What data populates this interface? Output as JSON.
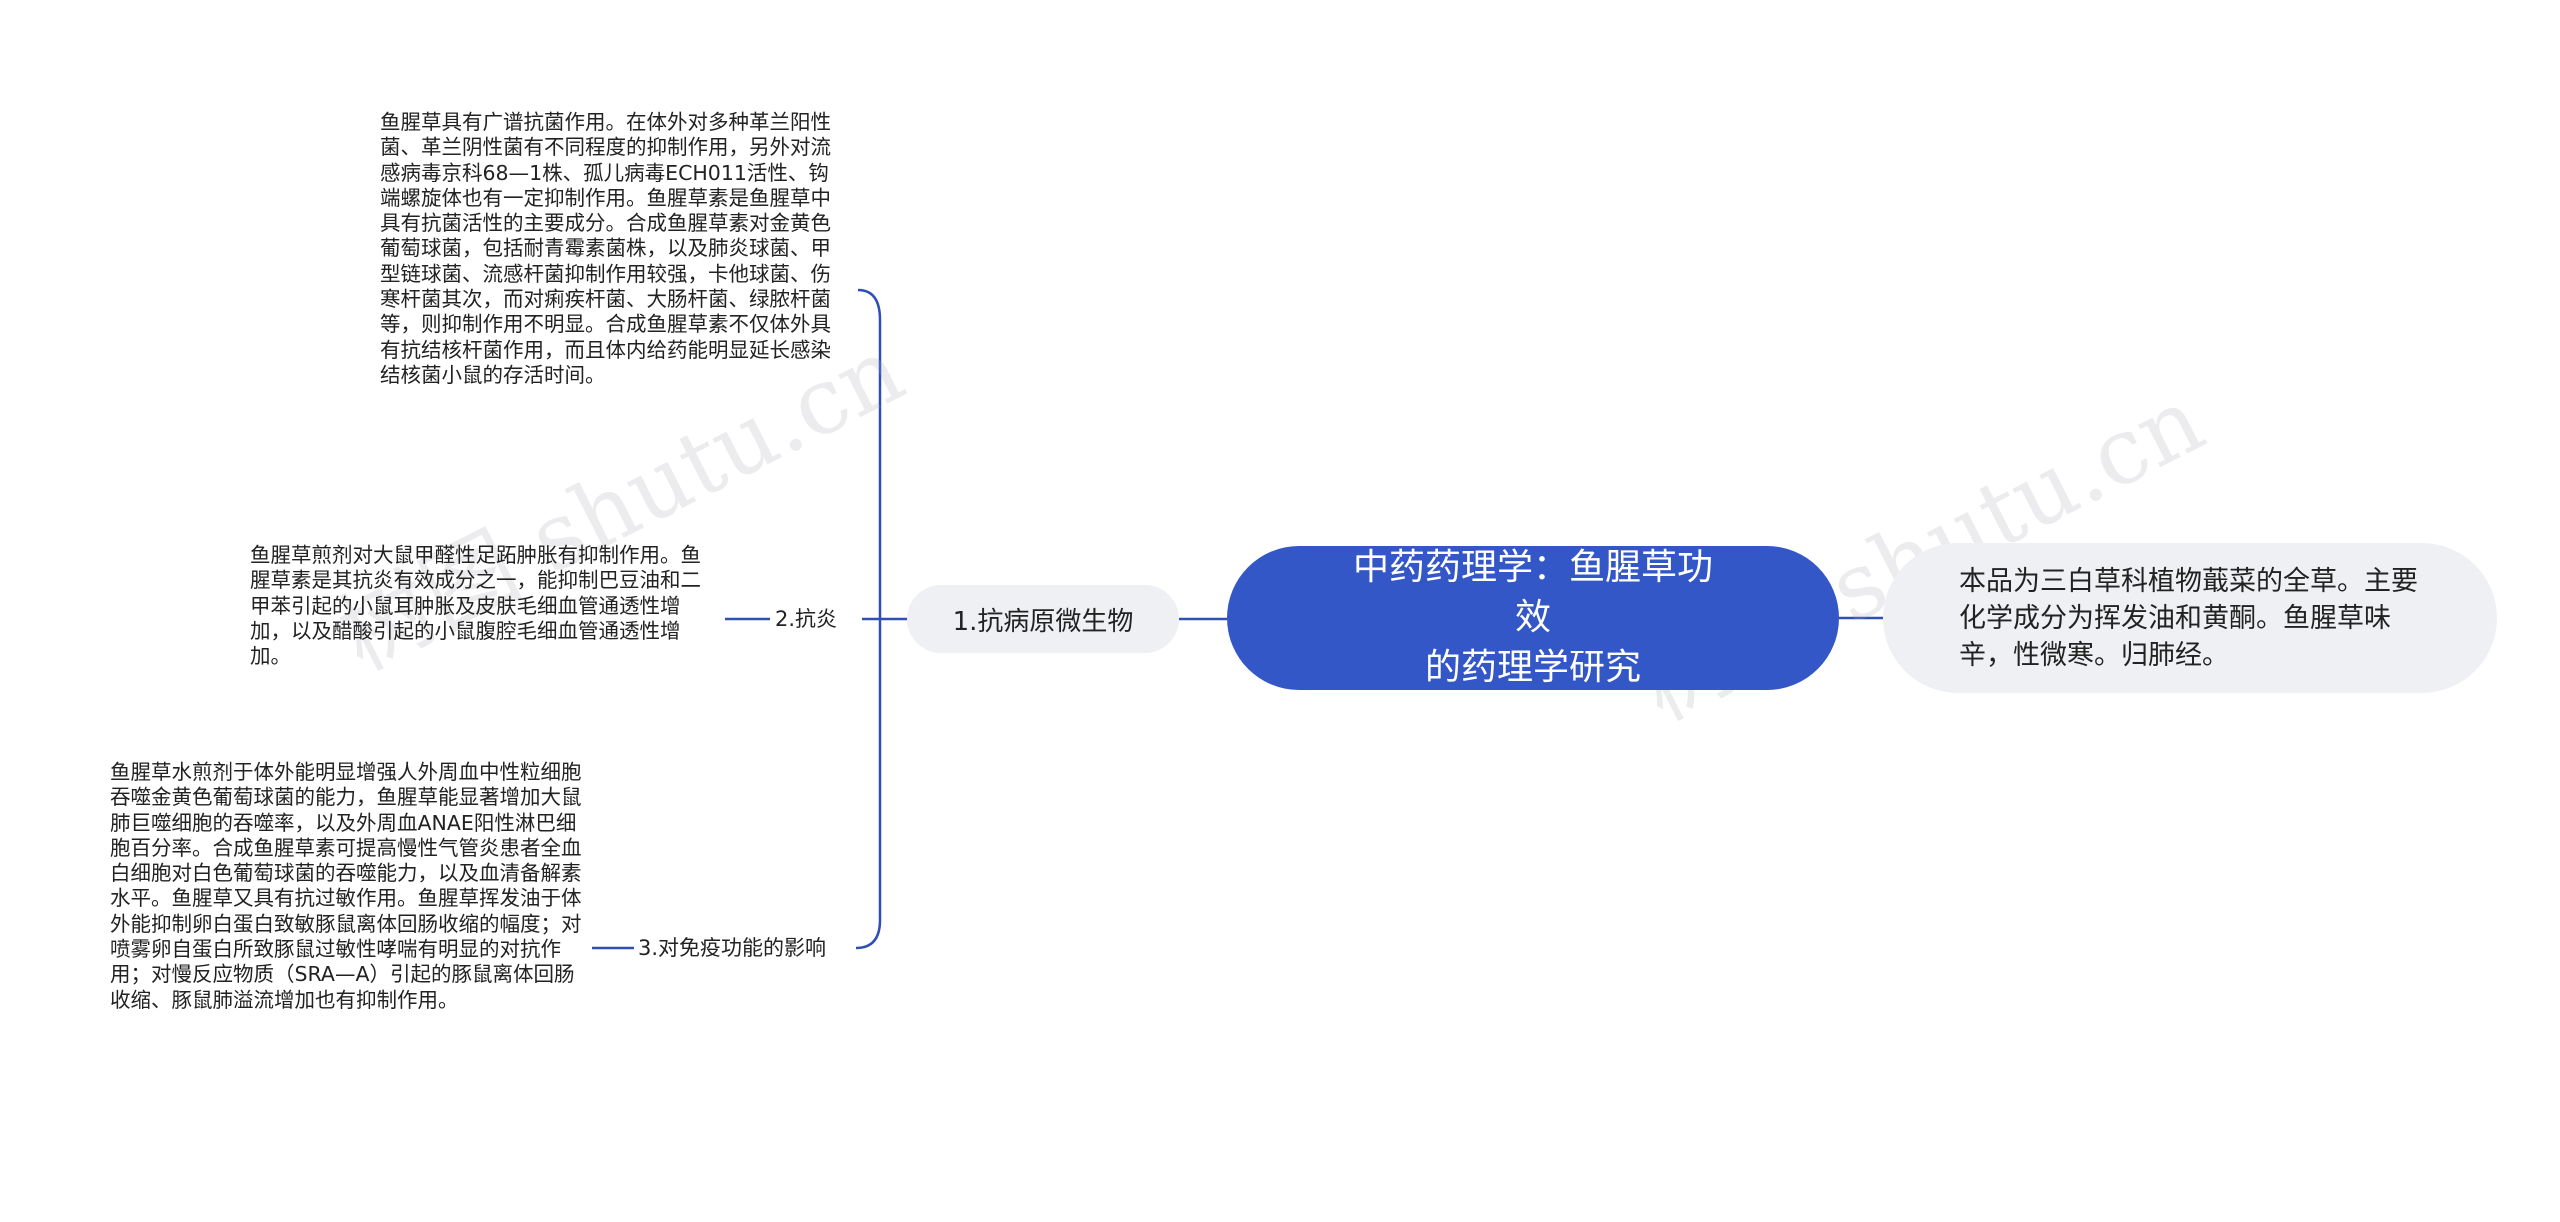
{
  "root": {
    "title": "中药药理学：鱼腥草功效\n的药理学研究"
  },
  "right_branch": {
    "text": "本品为三白草科植物蕺菜的全草。主要化学成分为挥发油和黄酮。鱼腥草味辛，性微寒。归肺经。"
  },
  "left_branch": {
    "label": "1.抗病原微生物",
    "children": [
      {
        "label": "",
        "text": "鱼腥草具有广谱抗菌作用。在体外对多种革兰阳性菌、革兰阴性菌有不同程度的抑制作用，另外对流感病毒京科68—1株、孤儿病毒ECH011活性、钩端螺旋体也有一定抑制作用。鱼腥草素是鱼腥草中具有抗菌活性的主要成分。合成鱼腥草素对金黄色葡萄球菌，包括耐青霉素菌株，以及肺炎球菌、甲型链球菌、流感杆菌抑制作用较强，卡他球菌、伤寒杆菌其次，而对痢疾杆菌、大肠杆菌、绿脓杆菌等，则抑制作用不明显。合成鱼腥草素不仅体外具有抗结核杆菌作用，而且体内给药能明显延长感染结核菌小鼠的存活时间。"
      },
      {
        "label": "2.抗炎",
        "text": "鱼腥草煎剂对大鼠甲醛性足跖肿胀有抑制作用。鱼腥草素是其抗炎有效成分之一，能抑制巴豆油和二甲苯引起的小鼠耳肿胀及皮肤毛细血管通透性增加，以及醋酸引起的小鼠腹腔毛细血管通透性增加。"
      },
      {
        "label": "3.对免疫功能的影响",
        "text": "鱼腥草水煎剂于体外能明显增强人外周血中性粒细胞吞噬金黄色葡萄球菌的能力，鱼腥草能显著增加大鼠肺巨噬细胞的吞噬率，以及外周血ANAE阳性淋巴细胞百分率。合成鱼腥草素可提高慢性气管炎患者全血白细胞对白色葡萄球菌的吞噬能力，以及血清备解素水平。鱼腥草又具有抗过敏作用。鱼腥草挥发油于体外能抑制卵白蛋白致敏豚鼠离体回肠收缩的幅度；对喷雾卵自蛋白所致豚鼠过敏性哮喘有明显的对抗作用；对慢反应物质（SRA—A）引起的豚鼠离体回肠收缩、豚鼠肺溢流增加也有抑制作用。"
      }
    ]
  },
  "watermarks": [
    "树图 shutu.cn",
    "树图 shutu.cn"
  ],
  "colors": {
    "root_fill": "#3357c7",
    "node_fill": "#eef0f4",
    "connector": "#2f4fb4"
  }
}
